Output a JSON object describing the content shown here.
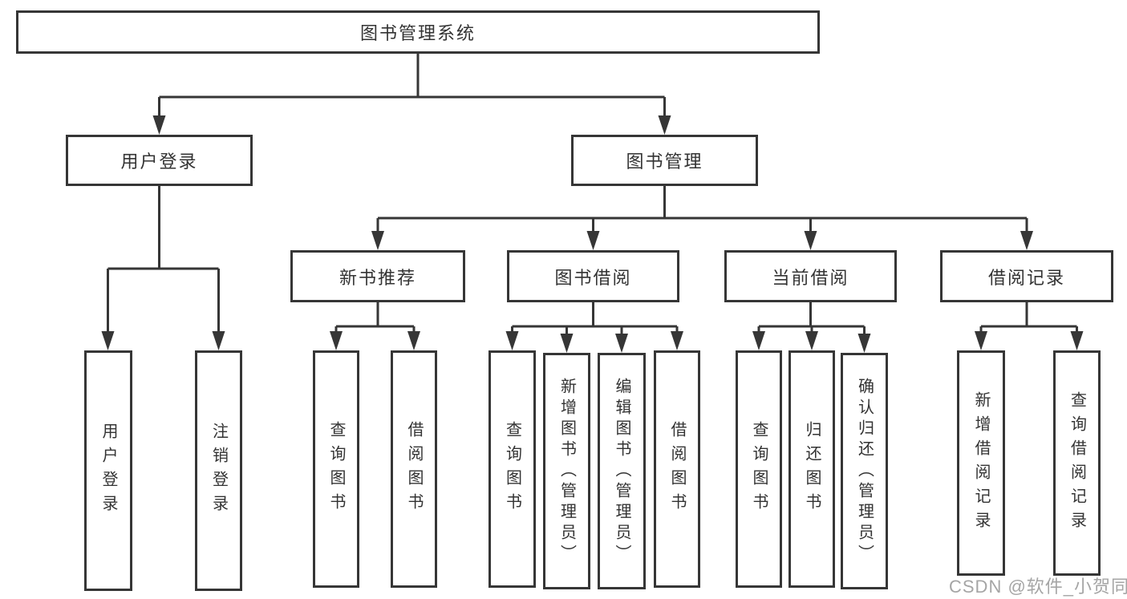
{
  "tree": {
    "root": {
      "label": "图书管理系统",
      "children": [
        {
          "label": "用户登录",
          "children": [
            {
              "label": "用户登录"
            },
            {
              "label": "注销登录"
            }
          ]
        },
        {
          "label": "图书管理",
          "children": [
            {
              "label": "新书推荐",
              "children": [
                {
                  "label": "查询图书"
                },
                {
                  "label": "借阅图书"
                }
              ]
            },
            {
              "label": "图书借阅",
              "children": [
                {
                  "label": "查询图书"
                },
                {
                  "label": "新增图书（管理员）"
                },
                {
                  "label": "编辑图书（管理员）"
                },
                {
                  "label": "借阅图书"
                }
              ]
            },
            {
              "label": "当前借阅",
              "children": [
                {
                  "label": "查询图书"
                },
                {
                  "label": "归还图书"
                },
                {
                  "label": "确认归还（管理员）"
                }
              ]
            },
            {
              "label": "借阅记录",
              "children": [
                {
                  "label": "新增借阅记录"
                },
                {
                  "label": "查询借阅记录"
                }
              ]
            }
          ]
        }
      ]
    }
  },
  "watermark": {
    "text": "CSDN @软件_小贺同学"
  },
  "colors": {
    "line": "#363636",
    "text": "#333333",
    "background": "#ffffff",
    "watermark": "#9c9c9c"
  }
}
